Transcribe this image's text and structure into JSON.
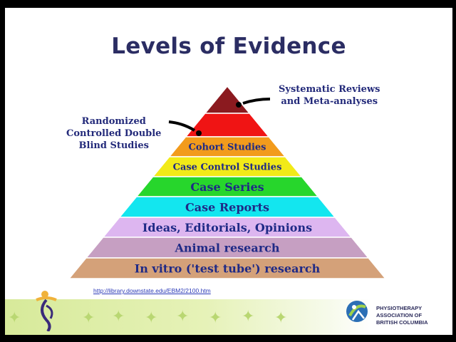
{
  "title": "Levels of Evidence",
  "pyramid": {
    "levels": [
      {
        "label": "",
        "color": "#8b1a1f"
      },
      {
        "label": "",
        "color": "#f01414"
      },
      {
        "label": "Cohort Studies",
        "color": "#f29b1c"
      },
      {
        "label": "Case Control Studies",
        "color": "#f2ea18"
      },
      {
        "label": "Case Series",
        "color": "#27d62c"
      },
      {
        "label": "Case Reports",
        "color": "#13e6ef"
      },
      {
        "label": "Ideas, Editorials, Opinions",
        "color": "#ddb6f0"
      },
      {
        "label": "Animal research",
        "color": "#c69fc2"
      },
      {
        "label": "In vitro ('test tube') research",
        "color": "#d4a179"
      }
    ]
  },
  "callouts": {
    "top_line1": "Systematic Reviews",
    "top_line2": "and Meta-analyses",
    "rct_line1": "Randomized",
    "rct_line2": "Controlled Double",
    "rct_line3": "Blind Studies"
  },
  "link_text": "http://library.downstate.edu/EBM2/2100.htm",
  "org": {
    "line1": "PHYSIOTHERAPY",
    "line2": "ASSOCIATION OF",
    "line3": "BRITISH COLUMBIA",
    "brand_color": "#2b6fb5"
  }
}
